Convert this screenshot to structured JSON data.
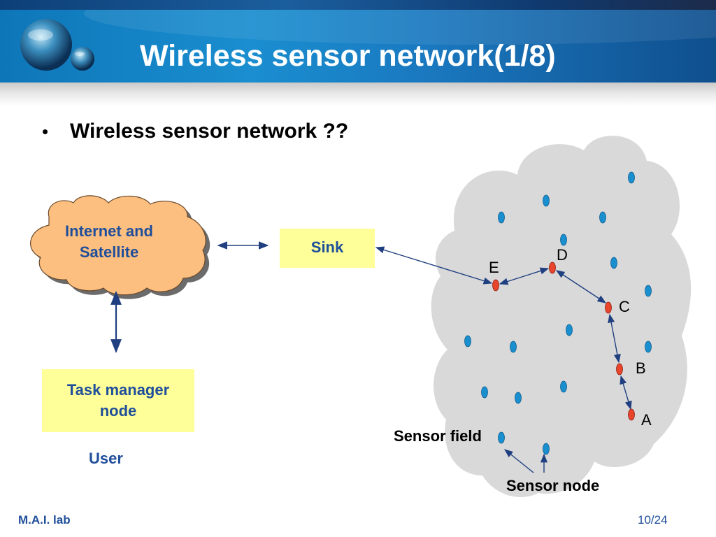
{
  "slide": {
    "title": "Wireless sensor network(1/8)",
    "bullet": "Wireless sensor network ??",
    "footer_left": "M.A.I. lab",
    "footer_right": "10/24"
  },
  "diagram": {
    "internet_cloud_label": "Internet and Satellite",
    "internet_cloud_line1": "Internet and",
    "internet_cloud_line2": "Satellite",
    "sink_label": "Sink",
    "task_manager_line1": "Task manager",
    "task_manager_line2": "node",
    "user_label": "User",
    "sensor_field_label": "Sensor field",
    "sensor_node_label": "Sensor node",
    "path_nodes": [
      "E",
      "D",
      "C",
      "B",
      "A"
    ]
  },
  "colors": {
    "accent_blue": "#1f4e9a",
    "box_yellow": "#ffff99",
    "cloud_orange": "#fcbf80",
    "field_gray": "#d9d9d9",
    "sensor_blue": "#1a8fd0",
    "path_red": "#e8452c"
  }
}
